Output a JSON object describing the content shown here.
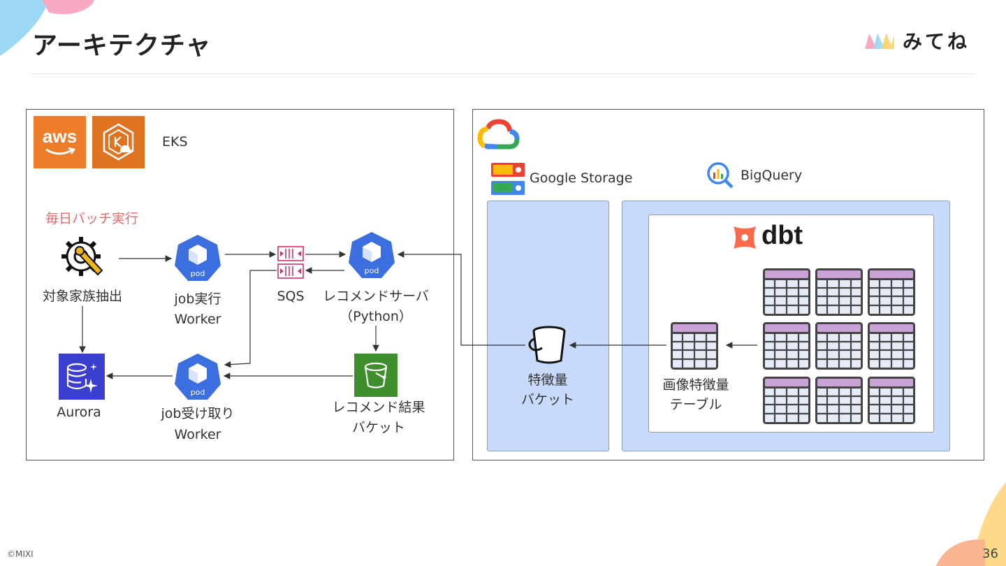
{
  "header": {
    "title": "アーキテクチャ",
    "brand": "みてね"
  },
  "aws_panel": {
    "eks_label": "EKS",
    "aws_logo_text": "aws",
    "batch_label": "毎日バッチ実行",
    "extract_label": "対象家族抽出",
    "job_exec_label_1": "job実行",
    "job_exec_label_2": "Worker",
    "sqs_label": "SQS",
    "rec_server_label_1": "レコメンドサーバ",
    "rec_server_label_2": "（Python）",
    "aurora_label": "Aurora",
    "job_recv_label_1": "job受け取り",
    "job_recv_label_2": "Worker",
    "rec_result_label_1": "レコメンド結果",
    "rec_result_label_2": "バケット",
    "pod_text": "pod"
  },
  "gcp_panel": {
    "storage_label": "Google Storage",
    "bigquery_label": "BigQuery",
    "feature_bucket_label_1": "特徴量",
    "feature_bucket_label_2": "バケット",
    "dbt_label": "dbt",
    "image_feature_table_label_1": "画像特徴量",
    "image_feature_table_label_2": "テーブル"
  },
  "footer": {
    "copyright": "©MIXI",
    "page_number": "36"
  },
  "colors": {
    "aws_orange": "#ec7d2a",
    "pod_blue": "#3b6fe0",
    "sqs_pink": "#c8346b",
    "s3_green": "#3e8f2b",
    "aurora_blue": "#3b3fd0",
    "dbt_orange": "#ff694b",
    "table_header": "#c9a3d6",
    "table_body": "#e5ebf7"
  }
}
